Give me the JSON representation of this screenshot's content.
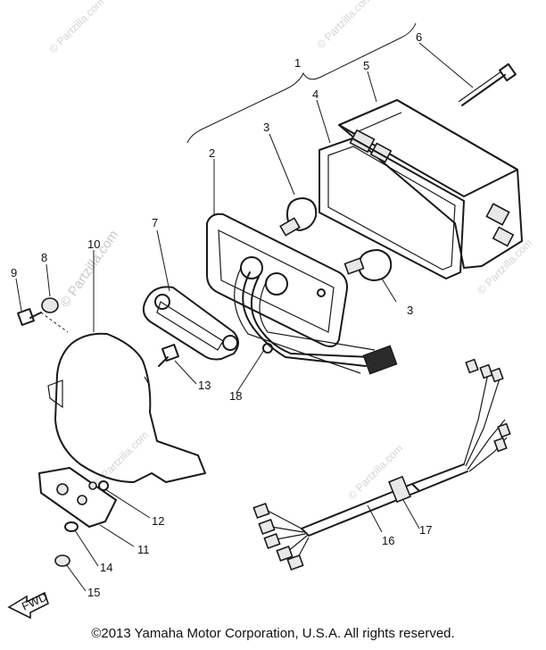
{
  "watermarks": [
    "© Partzilla.com",
    "© Partzilla.com",
    "© Partzilla.com",
    "© Partzilla.com",
    "© Partzilla.com",
    "© Partzilla.com"
  ],
  "callouts": {
    "p1": "1",
    "p2": "2",
    "p3a": "3",
    "p3b": "3",
    "p4": "4",
    "p5": "5",
    "p6": "6",
    "p7": "7",
    "p8": "8",
    "p9": "9",
    "p10": "10",
    "p11": "11",
    "p12": "12",
    "p13": "13",
    "p14": "14",
    "p15": "15",
    "p16": "16",
    "p17": "17",
    "p18": "18"
  },
  "arrow_label": "FWD",
  "copyright": "©2013  Yamaha Motor Corporation, U.S.A. All rights reserved."
}
